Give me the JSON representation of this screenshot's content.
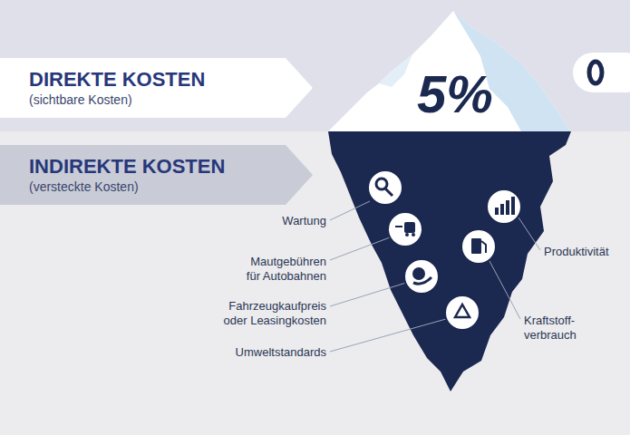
{
  "diagram": {
    "nodes": [
      {
        "text": [
          "DIREKTE KOSTEN",
          "(sichtbare Kosten)"
        ]
      },
      {
        "text": [
          "5%"
        ]
      },
      {
        "text": [
          "INDIREKTE KOSTEN",
          "(versteckte Kosten)"
        ]
      }
    ],
    "labels": [
      "Wartung",
      "Mautgebühren für Autobahnen",
      "Fahrzeugkaufpreis oder Leasingkosten",
      "Umweltstandards",
      "Produktivität",
      "Kraftstoff- verbrauch"
    ]
  }
}
